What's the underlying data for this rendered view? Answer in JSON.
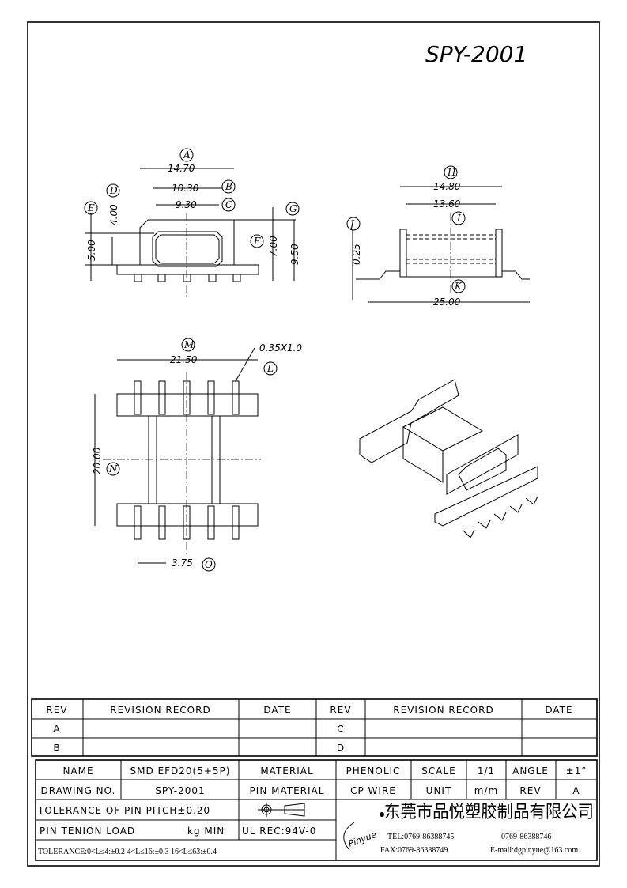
{
  "drawing_number_title": "SPY-2001",
  "dimensions": {
    "A": {
      "label": "A",
      "value": "14.70"
    },
    "B": {
      "label": "B",
      "value": "10.30"
    },
    "C": {
      "label": "C",
      "value": "9.30"
    },
    "D": {
      "label": "D",
      "value": "4.00"
    },
    "E": {
      "label": "E",
      "value": "5.00"
    },
    "F": {
      "label": "F",
      "value": "7.00"
    },
    "G": {
      "label": "G",
      "value": "9.50"
    },
    "H": {
      "label": "H",
      "value": "14.80"
    },
    "I": {
      "label": "I",
      "value": "13.60"
    },
    "J": {
      "label": "J",
      "value": "0.25"
    },
    "K": {
      "label": "K",
      "value": "25.00"
    },
    "L": {
      "label": "L",
      "value": "0.35X1.0"
    },
    "M": {
      "label": "M",
      "value": "21.50"
    },
    "N": {
      "label": "N",
      "value": "20.00"
    },
    "O": {
      "label": "O",
      "value": "3.75"
    }
  },
  "revision_table": {
    "headers": [
      "REV",
      "REVISION RECORD",
      "DATE",
      "REV",
      "REVISION RECORD",
      "DATE"
    ],
    "rows": [
      [
        "A",
        "",
        "",
        "C",
        "",
        ""
      ],
      [
        "B",
        "",
        "",
        "D",
        "",
        ""
      ]
    ]
  },
  "title_block": {
    "name_label": "NAME",
    "name_value": "SMD EFD20(5+5P)",
    "material_label": "MATERIAL",
    "material_value": "PHENOLIC",
    "scale_label": "SCALE",
    "scale_value": "1/1",
    "angle_label": "ANGLE",
    "angle_value": "±1°",
    "drawing_no_label": "DRAWING NO.",
    "drawing_no_value": "SPY-2001",
    "pin_material_label": "PIN MATERIAL",
    "pin_material_value": "CP WIRE",
    "unit_label": "UNIT",
    "unit_value": "m/m",
    "rev_label": "REV",
    "rev_value": "A",
    "pin_pitch_tolerance": "TOLERANCE OF PIN PITCH±0.20",
    "pin_tension_label": "PIN TENION LOAD",
    "pin_tension_unit": "kg MIN",
    "ul_rec": "UL REC:94V-0",
    "tolerance": "TOLERANCE:0<L≤4:±0.2  4<L≤16:±0.3  16<L≤63:±0.4",
    "company_logo": "Pinyue",
    "company_name": "东莞市品悦塑胶制品有限公司",
    "tel": "TEL:0769-86388745",
    "tel2": "0769-86388746",
    "fax": "FAX:0769-86388749",
    "email": "E-mail:dgpinyue@163.com"
  }
}
